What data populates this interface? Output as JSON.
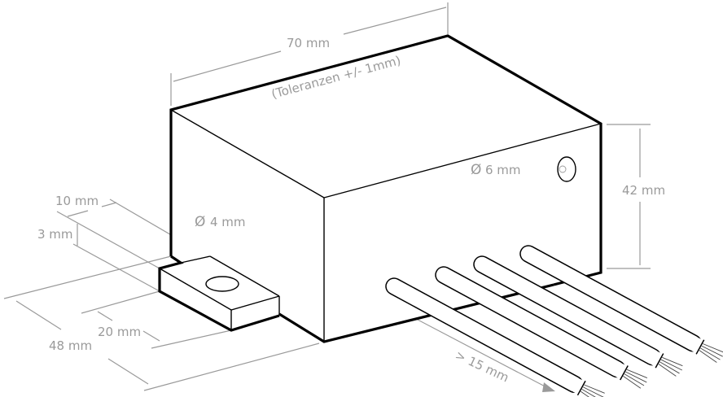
{
  "drawing": {
    "title": "Enclosure dimension drawing",
    "colors": {
      "outline": "#000000",
      "dimension": "#9a9a9a",
      "background": "#ffffff"
    },
    "labels": {
      "width": "70 mm",
      "tolerance": "(Toleranzen +/- 1mm)",
      "height": "42 mm",
      "hole_side": "6 mm",
      "hole_tab": "4 mm",
      "tab_length": "10 mm",
      "tab_thickness": "3 mm",
      "tab_width": "20 mm",
      "depth": "48 mm",
      "wire_length": "> 15 mm"
    },
    "diameter_symbol": "Ø",
    "wire_count": 4
  }
}
